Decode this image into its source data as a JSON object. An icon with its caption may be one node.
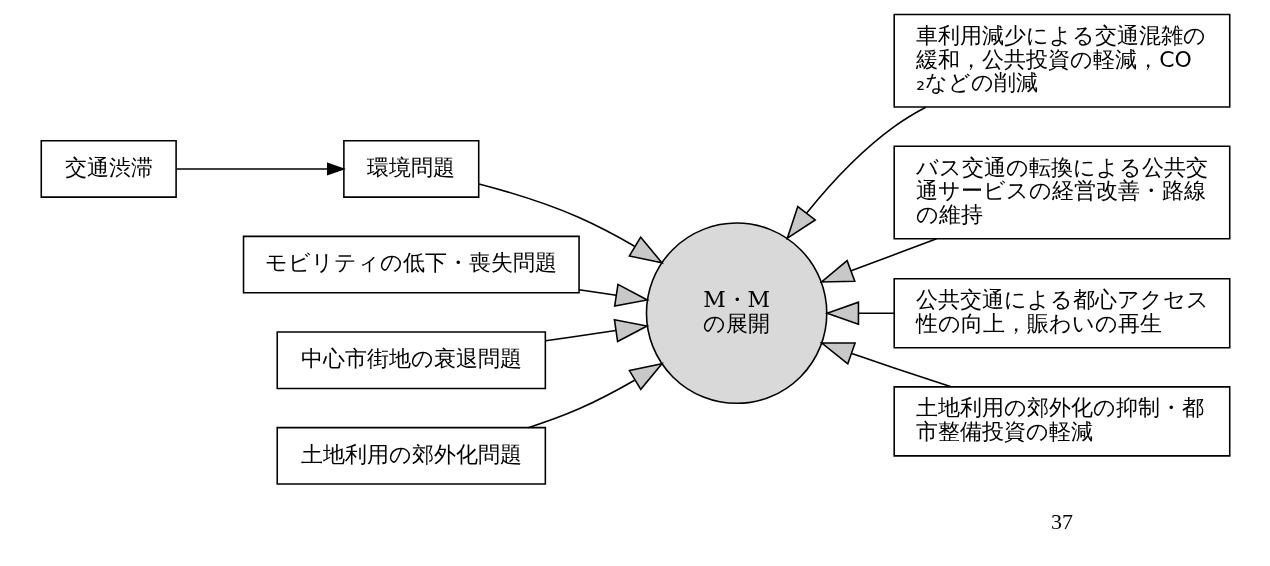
{
  "diagram": {
    "nodes": [
      {
        "text": [
          "交通渋滞"
        ]
      },
      {
        "text": [
          "環境問題"
        ]
      },
      {
        "text": [
          "モビリティの低下・喪失問題"
        ]
      },
      {
        "text": [
          "中心市街地の衰退問題"
        ]
      },
      {
        "text": [
          "土地利用の郊外化問題"
        ]
      },
      {
        "text": [
          "M・Mの展開"
        ]
      },
      {
        "text": [
          "車利用減少による交通混雑の緩和，公共投資の軽減，CO₂などの削減"
        ]
      },
      {
        "text": [
          "バス交通の転換による公共交通サービスの経営改善・路線の維持"
        ]
      },
      {
        "text": [
          "公共交通による都心アクセス性の向上，賑わいの再生"
        ]
      },
      {
        "text": [
          "土地利用の郊外化の抑制・都市整備投資の軽減"
        ]
      }
    ],
    "edges": [
      {
        "from": 0,
        "to": 1,
        "arrow": "to"
      },
      {
        "from": 1,
        "to": 5,
        "arrow": "to"
      },
      {
        "from": 2,
        "to": 5,
        "arrow": "to"
      },
      {
        "from": 3,
        "to": 5,
        "arrow": "to"
      },
      {
        "from": 4,
        "to": 5,
        "arrow": "to"
      },
      {
        "from": 6,
        "to": 5,
        "arrow": "to"
      },
      {
        "from": 7,
        "to": 5,
        "arrow": "to"
      },
      {
        "from": 8,
        "to": 5,
        "arrow": "to"
      },
      {
        "from": 9,
        "to": 5,
        "arrow": "to"
      }
    ],
    "labels": [
      "37"
    ]
  }
}
